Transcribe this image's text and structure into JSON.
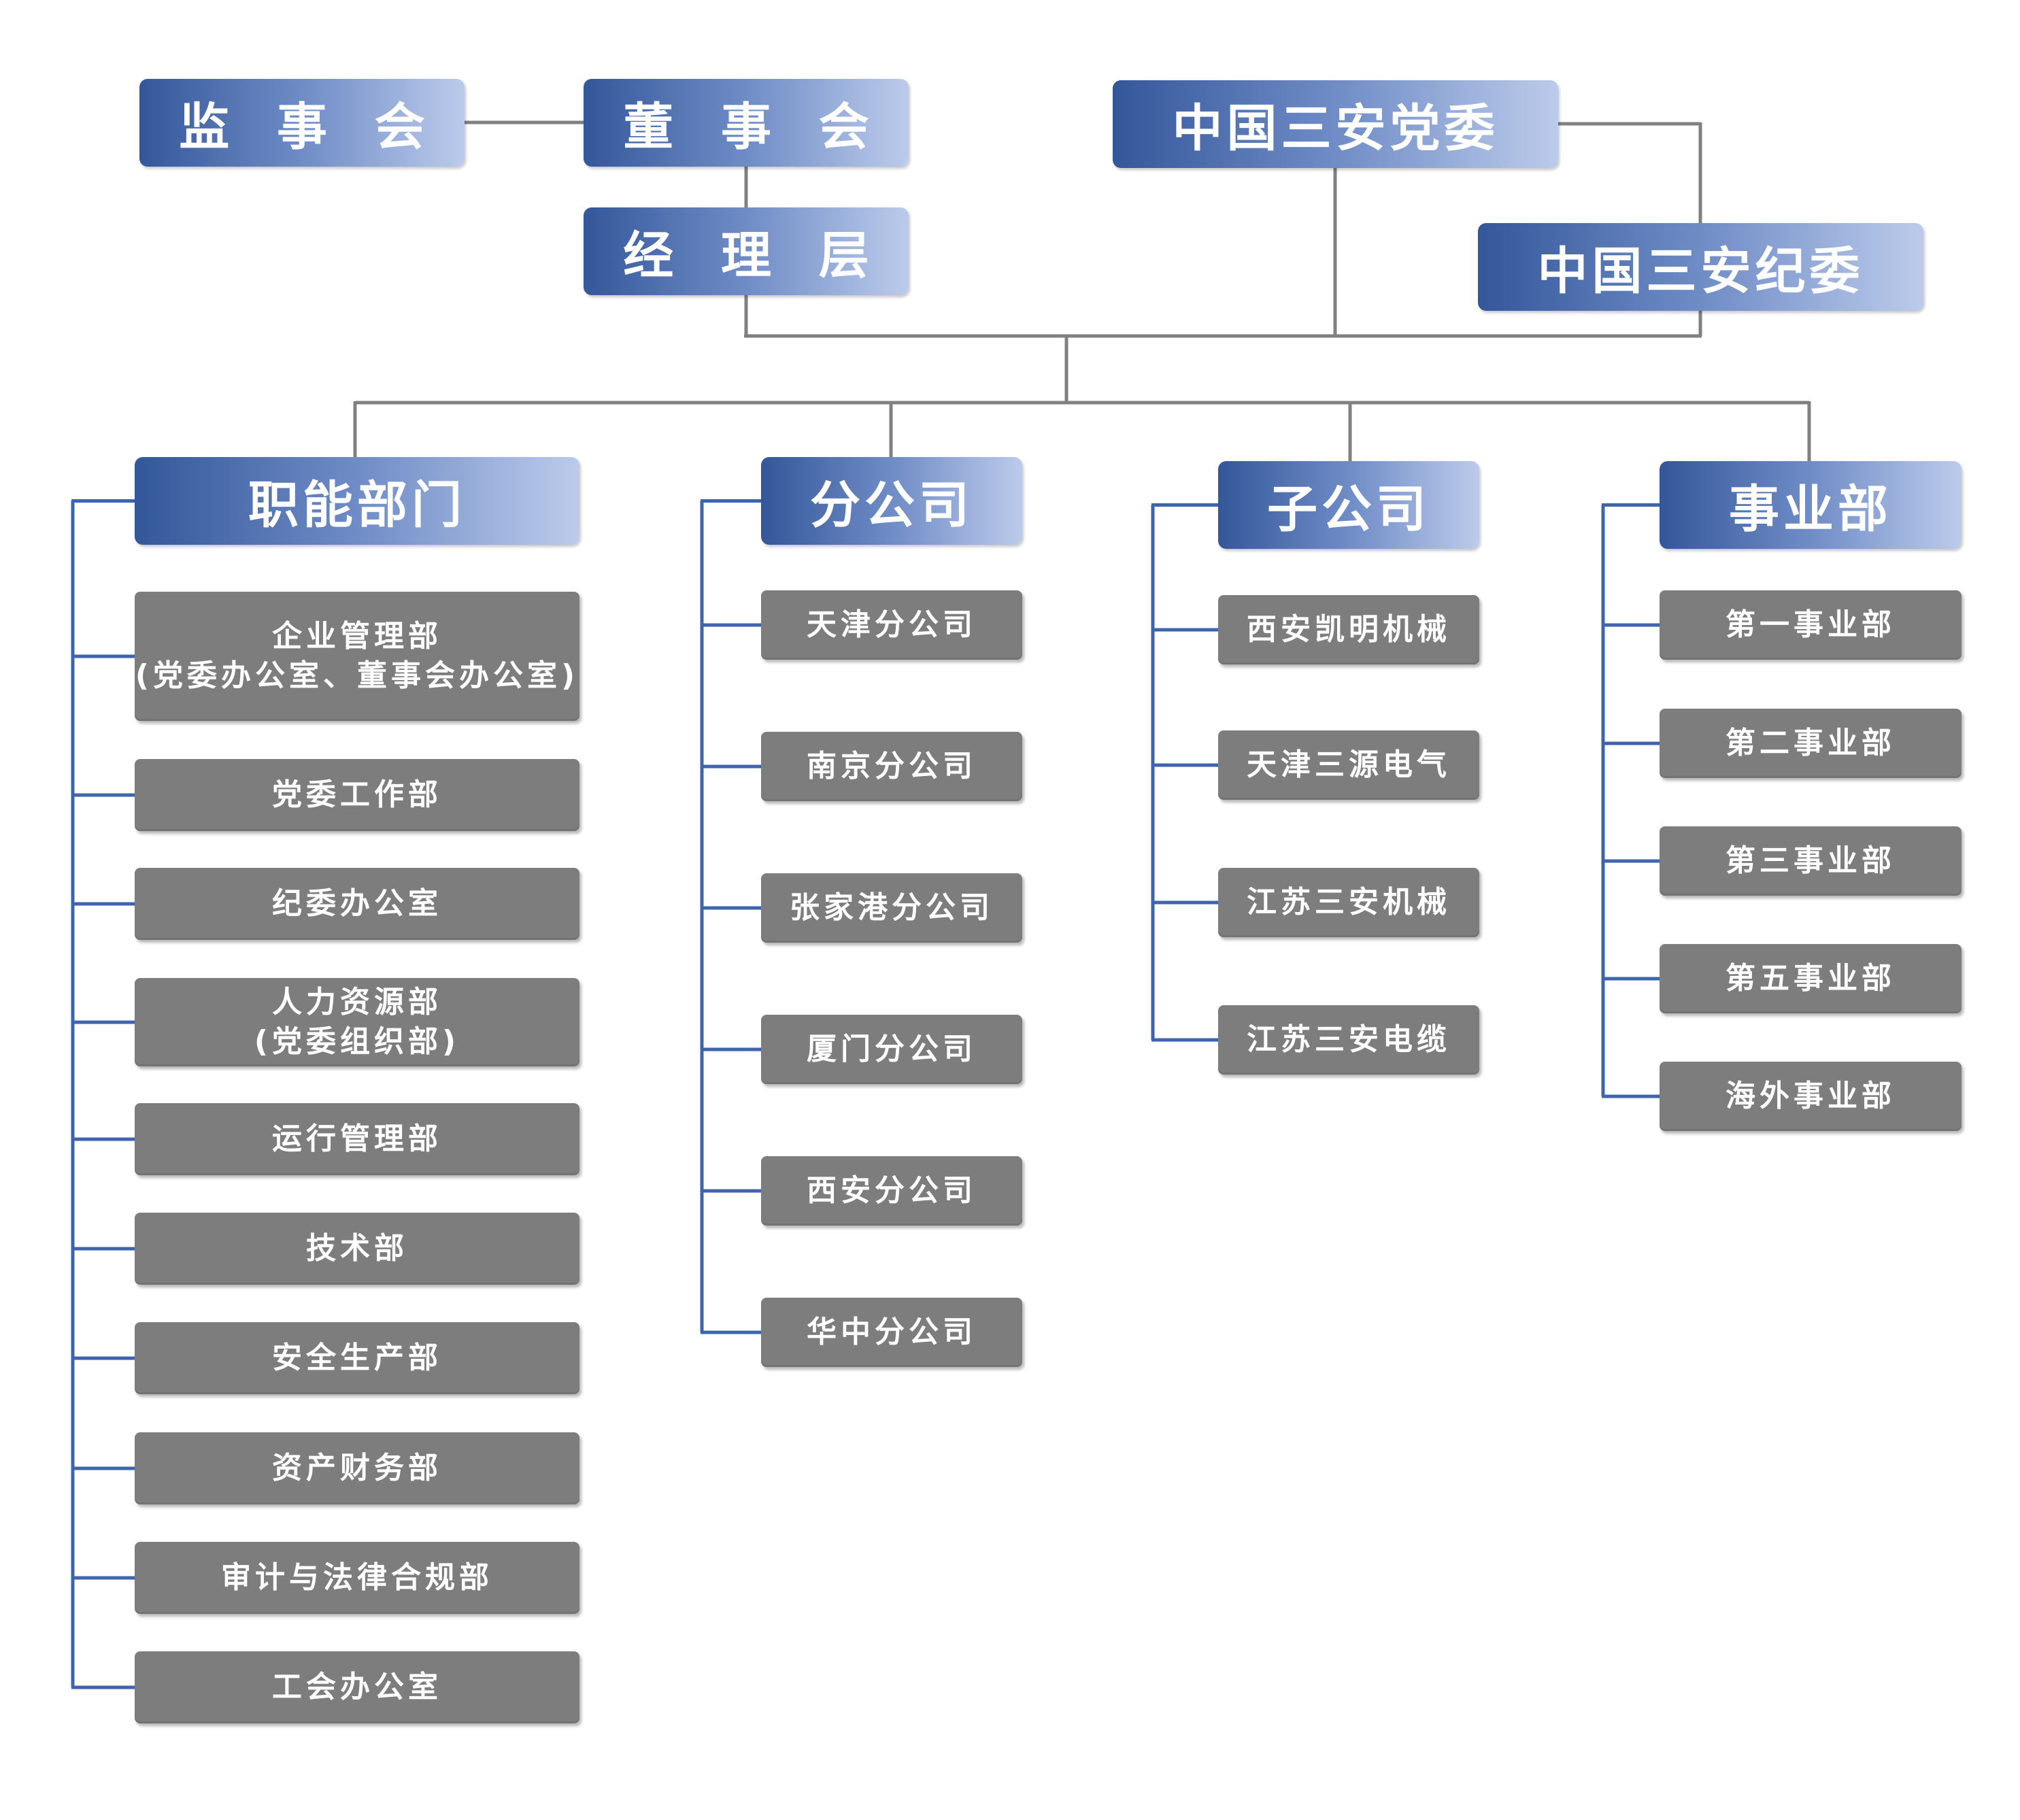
{
  "top": {
    "supervisory_board": "监 事 会",
    "board_of_directors": "董 事 会",
    "management": "经 理 层",
    "party_committee": "中国三安党委",
    "discipline_committee": "中国三安纪委"
  },
  "columns": [
    {
      "header": "职能部门",
      "items": [
        [
          "企业管理部",
          "(党委办公室、董事会办公室)"
        ],
        [
          "党委工作部"
        ],
        [
          "纪委办公室"
        ],
        [
          "人力资源部",
          "(党委组织部)"
        ],
        [
          "运行管理部"
        ],
        [
          "技术部"
        ],
        [
          "安全生产部"
        ],
        [
          "资产财务部"
        ],
        [
          "审计与法律合规部"
        ],
        [
          "工会办公室"
        ]
      ]
    },
    {
      "header": "分公司",
      "items": [
        [
          "天津分公司"
        ],
        [
          "南京分公司"
        ],
        [
          "张家港分公司"
        ],
        [
          "厦门分公司"
        ],
        [
          "西安分公司"
        ],
        [
          "华中分公司"
        ]
      ]
    },
    {
      "header": "子公司",
      "items": [
        [
          "西安凯明机械"
        ],
        [
          "天津三源电气"
        ],
        [
          "江苏三安机械"
        ],
        [
          "江苏三安电缆"
        ]
      ]
    },
    {
      "header": "事业部",
      "items": [
        [
          "第一事业部"
        ],
        [
          "第二事业部"
        ],
        [
          "第三事业部"
        ],
        [
          "第五事业部"
        ],
        [
          "海外事业部"
        ]
      ]
    }
  ],
  "colors": {
    "header_gradient_start": "#34579a",
    "header_gradient_end": "#bccbeb",
    "item_fill": "#7d7d7d",
    "connector_gray": "#808080",
    "connector_blue": "#3d64ad"
  }
}
